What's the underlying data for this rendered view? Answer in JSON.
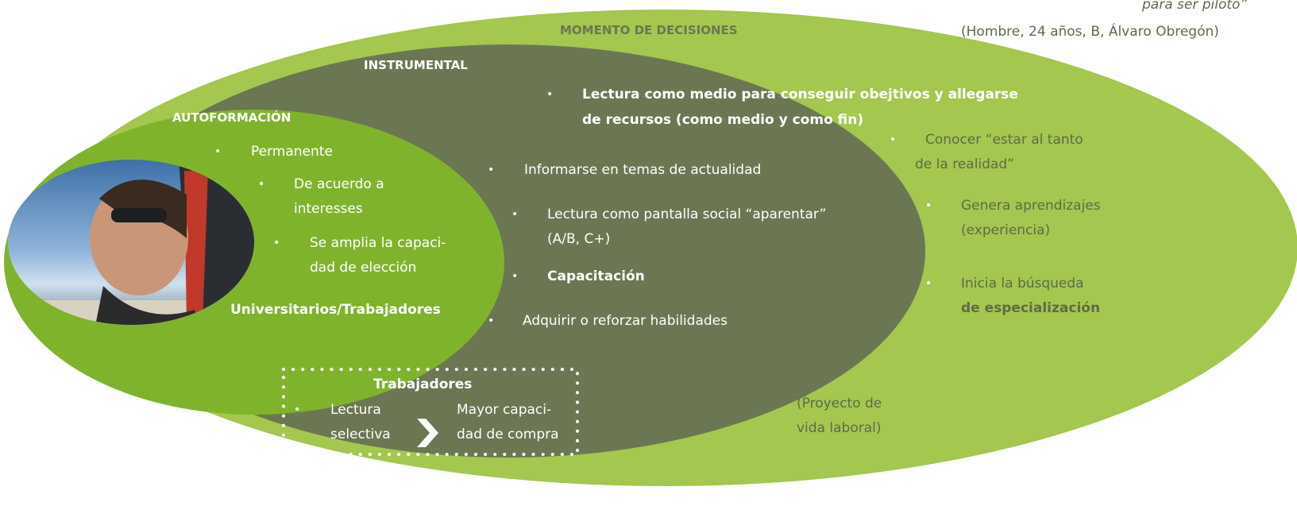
{
  "colors": {
    "outer_ellipse": "#a3c74f",
    "middle_ellipse": "#6b7752",
    "inner_ellipse": "#80b32c",
    "muted_text": "#5f6b48",
    "light_text": "#ffffff"
  },
  "quote": {
    "line1": "para ser piloto”",
    "line2": "(Hombre, 24 años, B, Álvaro Obregón)"
  },
  "outer": {
    "title": "MOMENTO DE DECISIONES",
    "items": [
      {
        "line1": "Conocer “estar al tanto",
        "line2": "de la realidad”"
      },
      {
        "line1": "Genera aprendizajes",
        "line2": "(experiencia)"
      },
      {
        "line1": "Inicia la búsqueda",
        "line2": "de especialización"
      }
    ],
    "footnote": {
      "line1": "(Proyecto de",
      "line2": "vida laboral)"
    }
  },
  "middle": {
    "title": "INSTRUMENTAL",
    "items": [
      {
        "line1": "Lectura como medio para conseguir obejtivos y allegarse",
        "line2": "de recursos (como medio y como fin)"
      },
      {
        "line1": "Informarse en  temas de actualidad"
      },
      {
        "line1": "Lectura como pantalla social “aparentar”",
        "line2": "(A/B, C+)"
      },
      {
        "line1": "Capacitación"
      },
      {
        "line1": "Adquirir o reforzar habilidades"
      }
    ]
  },
  "inner": {
    "title": "AUTOFORMACIÓN",
    "items": [
      {
        "line1": "Permanente"
      },
      {
        "line1": "De acuerdo a",
        "line2": "interesses"
      },
      {
        "line1": "Se amplia la capaci-",
        "line2": "dad de  elección"
      }
    ],
    "footer": "Universitarios/Trabajadores",
    "photo_icon": "person-photo"
  },
  "box": {
    "title": "Trabajadores",
    "left": {
      "line1": "Lectura",
      "line2": "selectiva"
    },
    "right": {
      "line1": "Mayor capaci-",
      "line2": "dad de compra"
    },
    "arrow_icon": "chevron-right-icon"
  }
}
